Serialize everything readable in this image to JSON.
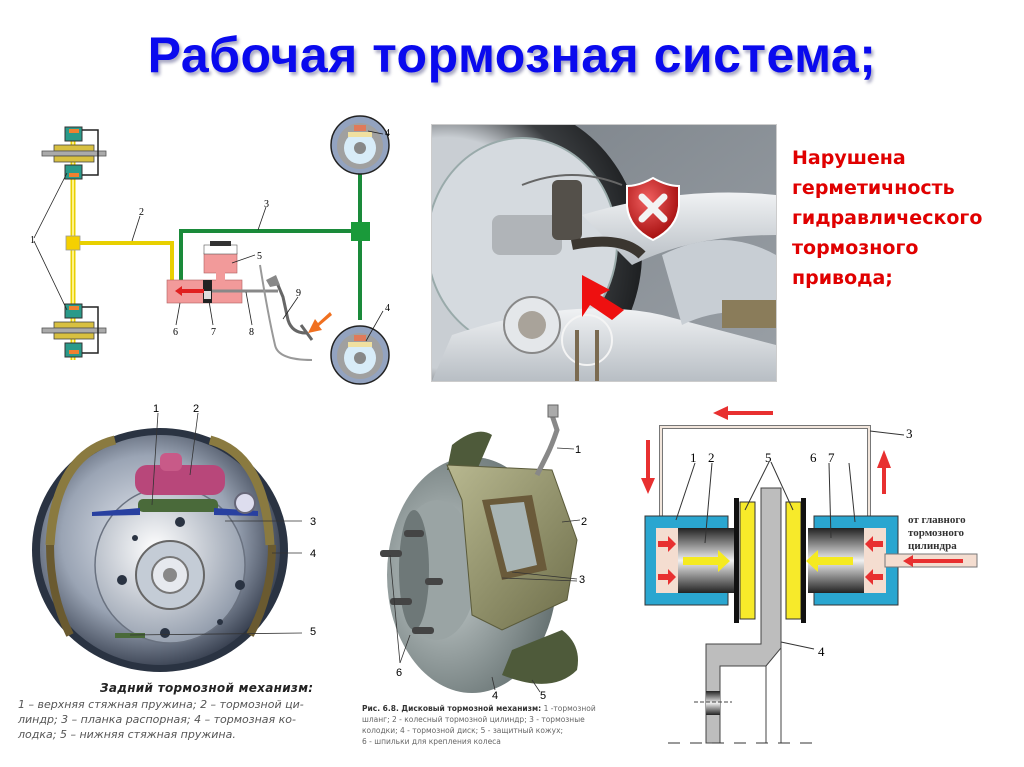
{
  "slide": {
    "title": "Рабочая тормозная система;",
    "title_color": "#0a0aee"
  },
  "side_note": {
    "lines": [
      "Нарушена",
      "герметичность",
      "гидравлического",
      "тормозного",
      "привода;"
    ],
    "color": "#e00000"
  },
  "hydraulic_scheme": {
    "labels": [
      "1",
      "2",
      "3",
      "4",
      "4",
      "5",
      "6",
      "7",
      "8",
      "9"
    ]
  },
  "photo": {
    "warning_icon": "shield-x-icon",
    "pointer_icon": "red-arrow-icon"
  },
  "drum_brake": {
    "labels": [
      "1",
      "2",
      "3",
      "4",
      "5"
    ],
    "caption_title": "Задний тормозной механизм:",
    "caption_lines": [
      "1 – верхняя стяжная пружина; 2 – тормозной ци-",
      "линдр; 3 – планка распорная; 4 – тормозная ко-",
      "лодка; 5 – нижняя стяжная пружина."
    ]
  },
  "disc_brake": {
    "labels": [
      "1",
      "2",
      "3",
      "4",
      "5",
      "6"
    ],
    "caption_title": "Рис. 6.8. Дисковый тормозной механизм:",
    "caption_lines": [
      " 1 -тормозной",
      "шланг; 2 - колесный тормозной цилиндр; 3 - тормозные",
      "колодки; 4 - тормозной диск; 5 - защитный кожух;",
      "6 - шпильки для крепления колеса"
    ]
  },
  "caliper_scheme": {
    "labels": [
      "1",
      "2",
      "3",
      "4",
      "5",
      "6",
      "7"
    ],
    "inlet_label_lines": [
      "от главного",
      "тормозного",
      "цилиндра"
    ]
  }
}
